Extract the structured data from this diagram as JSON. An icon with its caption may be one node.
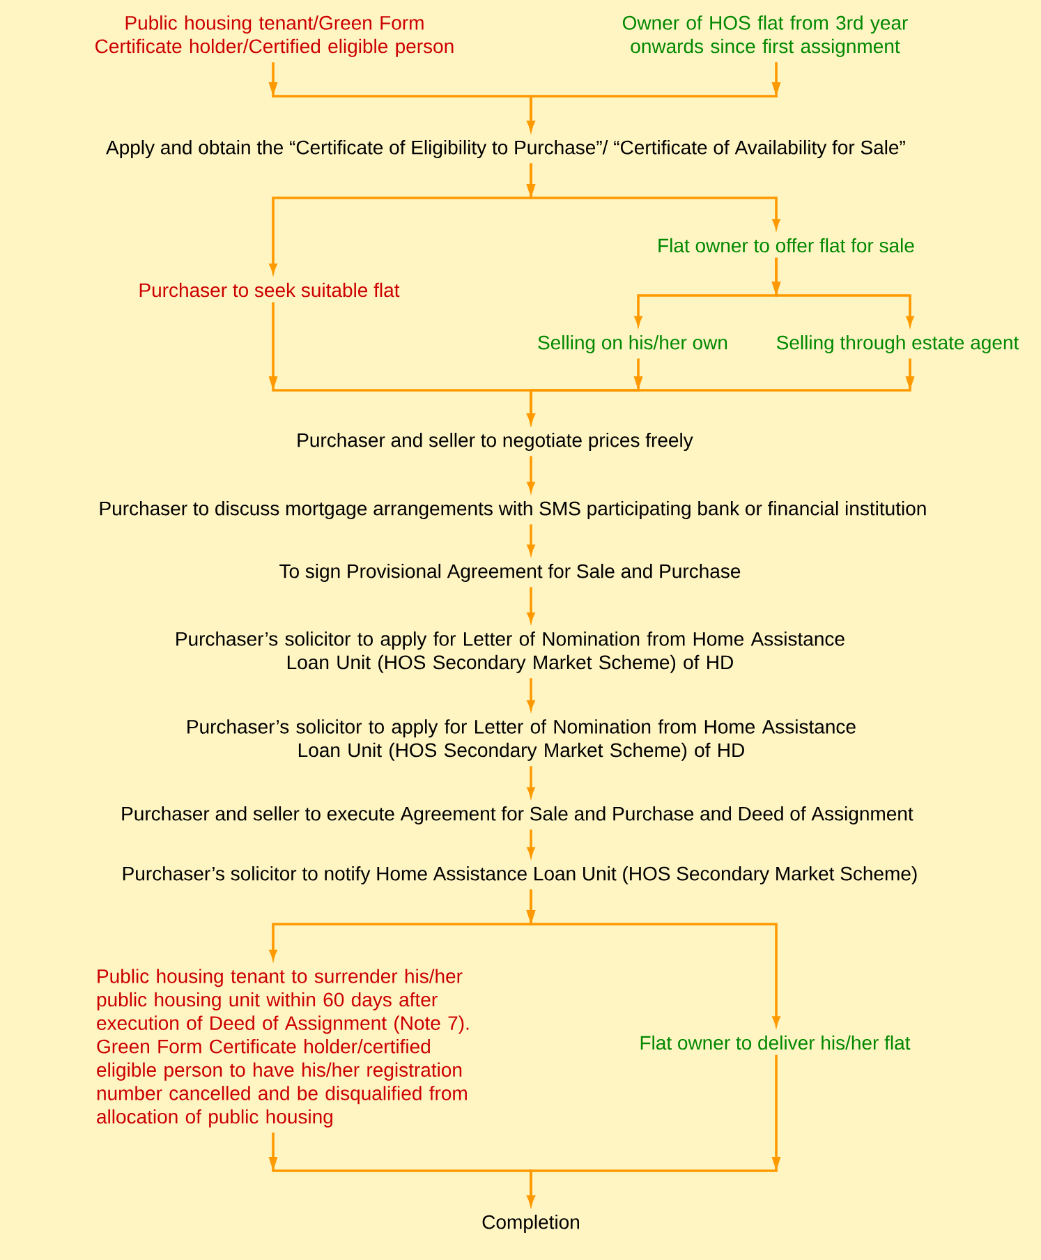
{
  "diagram": {
    "nodes": [
      {
        "text": [
          "Public housing tenant/Green Form Certificate holder/Certified eligible person"
        ]
      },
      {
        "text": [
          "Owner of HOS flat from 3rd year onwards since first assignment"
        ]
      },
      {
        "text": [
          "Apply and obtain the “Certificate of Eligibility to Purchase”/ “Certificate of Availability for Sale”"
        ]
      },
      {
        "text": [
          "Purchaser to seek suitable flat"
        ]
      },
      {
        "text": [
          "Flat owner to offer flat for sale"
        ]
      },
      {
        "text": [
          "Selling on his/her own"
        ]
      },
      {
        "text": [
          "Selling through estate agent"
        ]
      },
      {
        "text": [
          "Purchaser and seller to negotiate prices freely"
        ]
      },
      {
        "text": [
          "Purchaser to discuss mortgage arrangements with SMS participating bank or financial institution"
        ]
      },
      {
        "text": [
          "To sign Provisional Agreement for Sale and Purchase"
        ]
      },
      {
        "text": [
          "Purchaser’s solicitor to apply for Letter of Nomination from Home Assistance Loan Unit (HOS Secondary Market Scheme) of HD"
        ]
      },
      {
        "text": [
          "Purchaser’s solicitor to apply for Letter of Nomination from Home Assistance Loan Unit (HOS Secondary Market Scheme) of HD"
        ]
      },
      {
        "text": [
          "Purchaser and seller to execute Agreement for Sale and Purchase and Deed of Assignment"
        ]
      },
      {
        "text": [
          "Purchaser’s solicitor to notify Home Assistance Loan Unit (HOS Secondary Market Scheme)"
        ]
      },
      {
        "text": [
          "Public housing tenant to surrender his/her public housing unit within 60 days after execution of Deed of Assignment (Note 7). Green Form Certificate holder/certified eligible person to have his/her registration number cancelled and be disqualified from allocation of public housing"
        ]
      },
      {
        "text": [
          "Flat owner to deliver his/her flat"
        ]
      },
      {
        "text": [
          "Completion"
        ]
      }
    ],
    "edges": [
      {
        "from": 0,
        "to": 2,
        "arrow": "to"
      },
      {
        "from": 1,
        "to": 2,
        "arrow": "to"
      },
      {
        "from": 2,
        "to": 3,
        "arrow": "to"
      },
      {
        "from": 2,
        "to": 4,
        "arrow": "to"
      },
      {
        "from": 4,
        "to": 5,
        "arrow": "to"
      },
      {
        "from": 4,
        "to": 6,
        "arrow": "to"
      },
      {
        "from": 3,
        "to": 7,
        "arrow": "to"
      },
      {
        "from": 5,
        "to": 7,
        "arrow": "to"
      },
      {
        "from": 6,
        "to": 7,
        "arrow": "to"
      },
      {
        "from": 7,
        "to": 8,
        "arrow": "to"
      },
      {
        "from": 8,
        "to": 9,
        "arrow": "to"
      },
      {
        "from": 9,
        "to": 10,
        "arrow": "to"
      },
      {
        "from": 10,
        "to": 11,
        "arrow": "to"
      },
      {
        "from": 11,
        "to": 12,
        "arrow": "to"
      },
      {
        "from": 12,
        "to": 13,
        "arrow": "to"
      },
      {
        "from": 13,
        "to": 14,
        "arrow": "to"
      },
      {
        "from": 13,
        "to": 15,
        "arrow": "to"
      },
      {
        "from": 14,
        "to": 16,
        "arrow": "to"
      },
      {
        "from": 15,
        "to": 16,
        "arrow": "to"
      }
    ]
  }
}
